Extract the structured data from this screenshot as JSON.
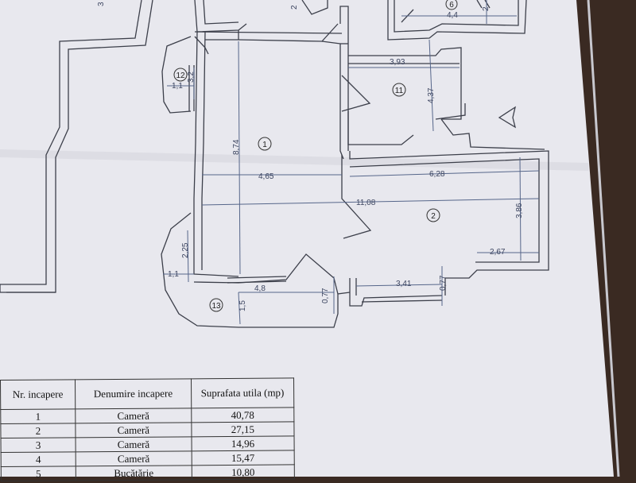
{
  "plan": {
    "room_numbers": [
      "12",
      "1",
      "11",
      "2",
      "13",
      "6"
    ],
    "dimensions": [
      "3,93",
      "4,37",
      "8,74",
      "4,65",
      "6,28",
      "11,08",
      "3,86",
      "2,67",
      "2,25",
      "1,1",
      "4,8",
      "0,77",
      "3,41",
      "0,77",
      "1,5",
      "1,1",
      "3,2",
      "4,4",
      "2",
      "2",
      "3"
    ],
    "north_arrow": "north-arrow-icon"
  },
  "table": {
    "headers": [
      "Nr. incapere",
      "Denumire incapere",
      "Suprafata utila (mp)"
    ],
    "rows": [
      [
        "1",
        "Cameră",
        "40,78"
      ],
      [
        "2",
        "Cameră",
        "27,15"
      ],
      [
        "3",
        "Cameră",
        "14,96"
      ],
      [
        "4",
        "Cameră",
        "15,47"
      ],
      [
        "5",
        "Bucătărie",
        "10,80"
      ]
    ]
  },
  "colors": {
    "paper": "#e9e9ee",
    "line": "#3c3f4a",
    "dim": "#5a6a88",
    "background": "#3a2a22"
  }
}
